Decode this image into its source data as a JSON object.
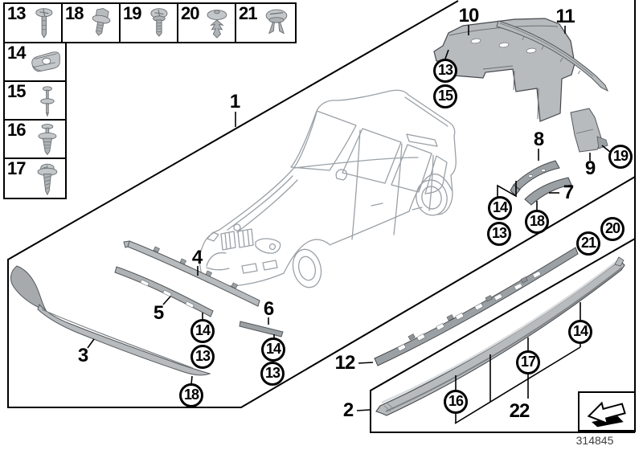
{
  "colors": {
    "background": "#ffffff",
    "line": "#000000",
    "part_fill": "#b7bbbe",
    "part_fill_dark": "#9aa0a3",
    "part_edge": "#55595c",
    "car_line": "#9ba1a7",
    "footer_text": "#3d3d3d"
  },
  "legend": {
    "top_row": [
      {
        "label": "13",
        "icon": "flange-screw-icon"
      },
      {
        "label": "18",
        "icon": "hex-washer-bolt-icon"
      },
      {
        "label": "19",
        "icon": "phillips-screw-icon"
      },
      {
        "label": "20",
        "icon": "expanding-rivet-icon"
      },
      {
        "label": "21",
        "icon": "push-rivet-icon"
      }
    ],
    "left_column": [
      {
        "label": "14",
        "icon": "clip-nut-icon"
      },
      {
        "label": "15",
        "icon": "pin-rivet-icon"
      },
      {
        "label": "16",
        "icon": "washer-rivet-icon"
      },
      {
        "label": "17",
        "icon": "washer-screw-icon"
      }
    ]
  },
  "callouts": {
    "plain": [
      "1",
      "2",
      "3",
      "4",
      "5",
      "6",
      "7",
      "8",
      "9",
      "10",
      "11",
      "12",
      "22"
    ],
    "circled": [
      "13",
      "15",
      "19",
      "14",
      "13",
      "18",
      "20",
      "21",
      "14",
      "13",
      "18",
      "14",
      "13",
      "16",
      "17",
      "14"
    ]
  },
  "footer": {
    "part_number": "314845",
    "icon": "direction-arrow-icon"
  }
}
